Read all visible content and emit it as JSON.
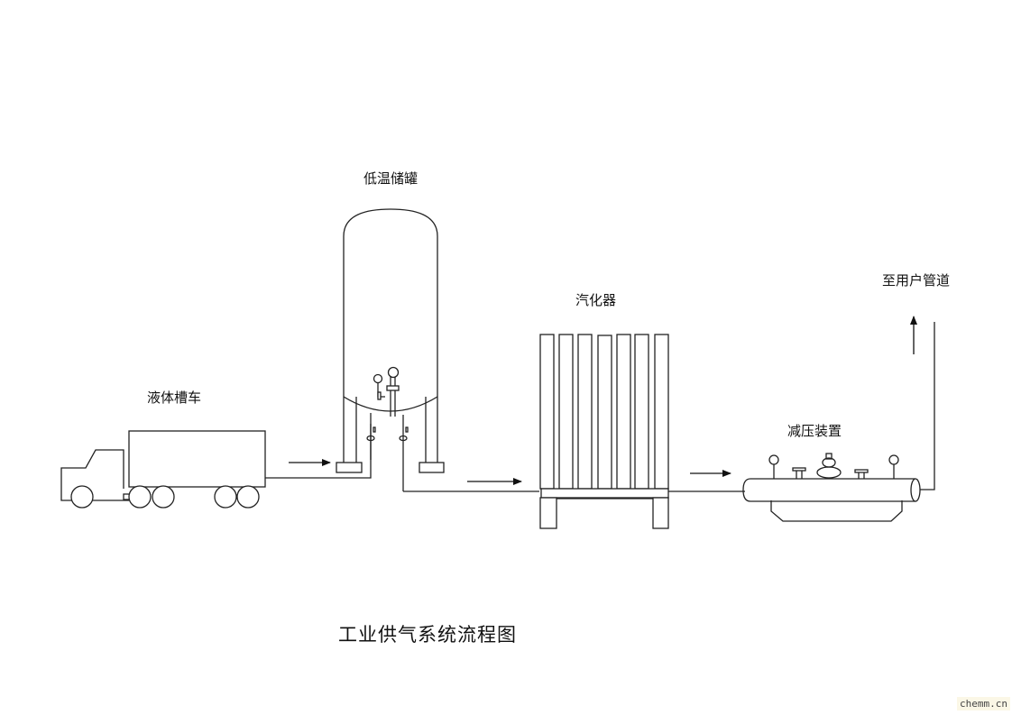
{
  "labels": {
    "tank": "低温储罐",
    "truck": "液体槽车",
    "vaporizer": "汽化器",
    "pressure_reducer": "减压装置",
    "to_user": "至用户管道"
  },
  "title": "工业供气系统流程图",
  "watermark": "chemm.cn",
  "colors": {
    "line": "#222222",
    "background": "#ffffff"
  }
}
